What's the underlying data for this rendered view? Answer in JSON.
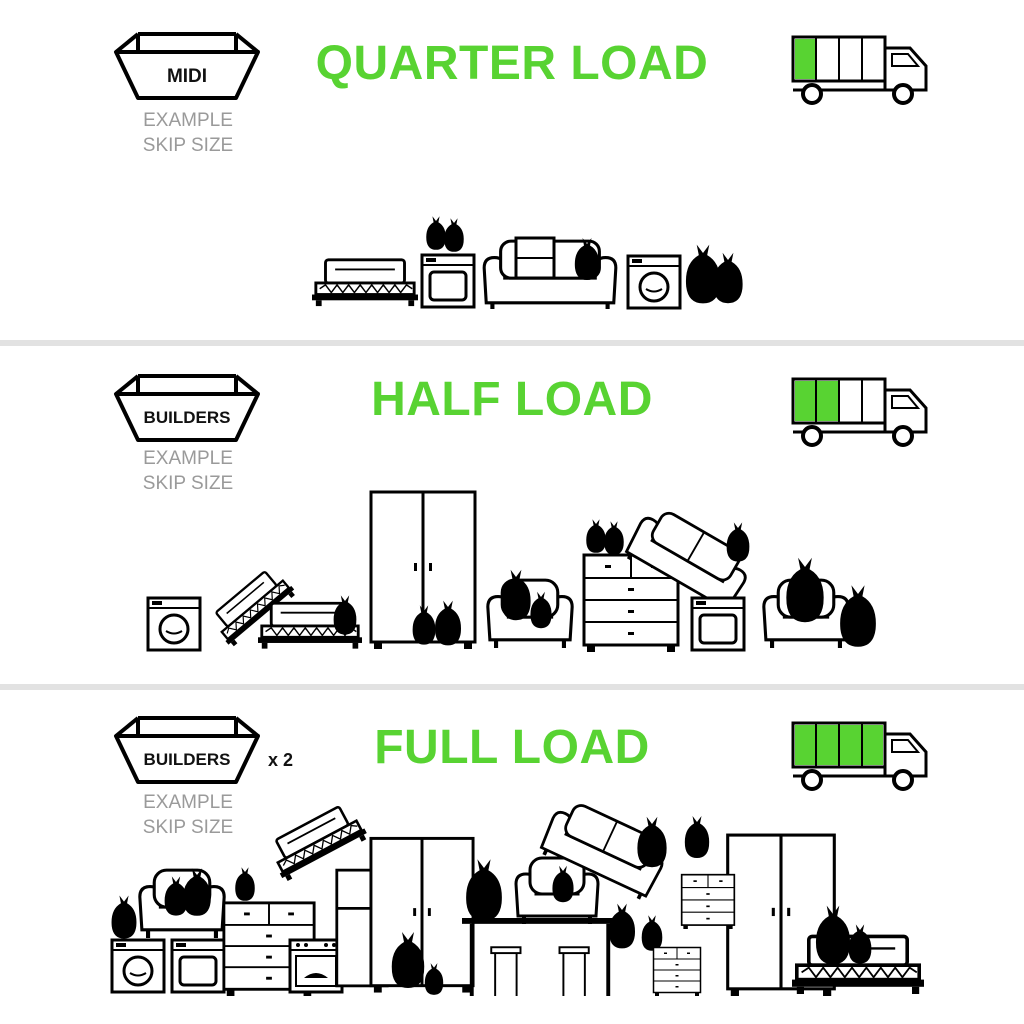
{
  "accent_color": "#58d332",
  "quarter": {
    "title": "QUARTER LOAD",
    "skip_label": "MIDI",
    "example_line1": "EXAMPLE",
    "example_line2": "SKIP SIZE",
    "truck_fill_fraction": 0.25
  },
  "half": {
    "title": "HALF LOAD",
    "skip_label": "BUILDERS",
    "example_line1": "EXAMPLE",
    "example_line2": "SKIP SIZE",
    "truck_fill_fraction": 0.5
  },
  "full": {
    "title": "FULL LOAD",
    "skip_label": "BUILDERS",
    "multiplier": "x 2",
    "example_line1": "EXAMPLE",
    "example_line2": "SKIP SIZE",
    "truck_fill_fraction": 1.0
  }
}
